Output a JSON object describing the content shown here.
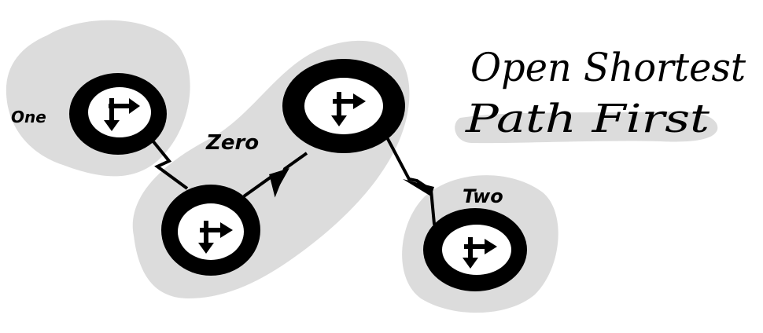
{
  "title": {
    "line1": "Open Shortest",
    "line2": "Path First"
  },
  "areas": [
    {
      "id": "one",
      "label": "One"
    },
    {
      "id": "zero",
      "label": "Zero"
    },
    {
      "id": "two",
      "label": "Two"
    }
  ],
  "router_icon": "router-icon",
  "link_icon": "serial-link-icon",
  "colors": {
    "area_fill": "#dcdcdc",
    "ink": "#000000",
    "background": "#ffffff"
  }
}
